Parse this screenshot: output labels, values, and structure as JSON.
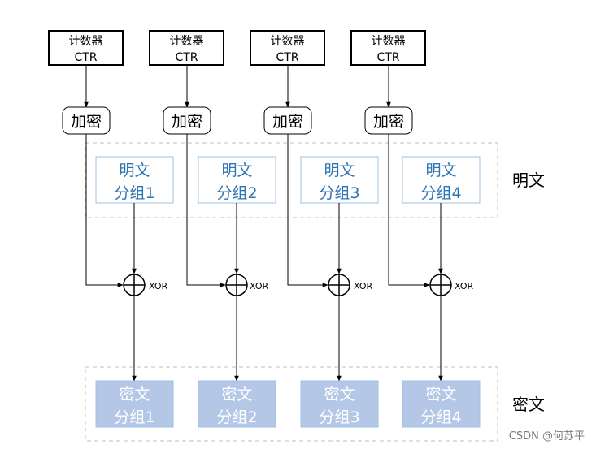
{
  "counters": [
    {
      "line1": "计数器",
      "line2": "CTR"
    },
    {
      "line1": "计数器",
      "line2": "CTR"
    },
    {
      "line1": "计数器",
      "line2": "CTR"
    },
    {
      "line1": "计数器",
      "line2": "CTR"
    }
  ],
  "encrypt_label": "加密",
  "plaintext_blocks": [
    {
      "line1": "明文",
      "line2": "分组1"
    },
    {
      "line1": "明文",
      "line2": "分组2"
    },
    {
      "line1": "明文",
      "line2": "分组3"
    },
    {
      "line1": "明文",
      "line2": "分组4"
    }
  ],
  "ciphertext_blocks": [
    {
      "line1": "密文",
      "line2": "分组1"
    },
    {
      "line1": "密文",
      "line2": "分组2"
    },
    {
      "line1": "密文",
      "line2": "分组3"
    },
    {
      "line1": "密文",
      "line2": "分组4"
    }
  ],
  "xor_label": "XOR",
  "plaintext_group_label": "明文",
  "ciphertext_group_label": "密文",
  "watermark": "CSDN @何苏平",
  "colors": {
    "plain_fill": "#ffffff",
    "plain_stroke": "#9dc3e6",
    "plain_text": "#2e75b6",
    "cipher_fill": "#b4c7e7",
    "cipher_stroke": "#9dc3e6",
    "cipher_text": "#ffffff",
    "group_border": "#bfbfbf"
  }
}
